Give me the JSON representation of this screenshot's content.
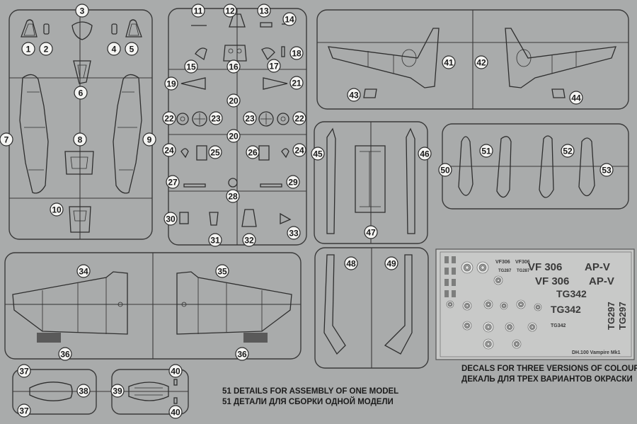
{
  "parts": [
    "1",
    "2",
    "3",
    "4",
    "5",
    "6",
    "7",
    "8",
    "9",
    "10",
    "11",
    "12",
    "13",
    "14",
    "15",
    "16",
    "17",
    "18",
    "19",
    "20",
    "20",
    "21",
    "22",
    "22",
    "23",
    "23",
    "24",
    "24",
    "25",
    "26",
    "27",
    "28",
    "29",
    "30",
    "31",
    "32",
    "33",
    "34",
    "35",
    "36",
    "36",
    "37",
    "37",
    "38",
    "39",
    "40",
    "40",
    "41",
    "42",
    "43",
    "44",
    "45",
    "46",
    "47",
    "48",
    "49",
    "50",
    "51",
    "52",
    "53"
  ],
  "captions": {
    "assembly_en": "51 DETAILS FOR ASSEMBLY OF ONE MODEL",
    "assembly_ru": "51 ДЕТАЛИ ДЛЯ СБОРКИ ОДНОЙ МОДЕЛИ",
    "decals_en": "DECALS FOR THREE VERSIONS OF COLOURING",
    "decals_ru": "ДЕКАЛЬ ДЛЯ ТРЕХ ВАРИАНТОВ ОКРАСКИ"
  },
  "decals": {
    "codes": [
      "VF 306",
      "AP-V",
      "VF 306",
      "AP-V",
      "TG342",
      "TG342",
      "TG297",
      "TG297",
      "VF306",
      "VF306",
      "TG287",
      "TG287",
      "TG342"
    ],
    "footer": "DH.100 Vampire Mk1"
  }
}
